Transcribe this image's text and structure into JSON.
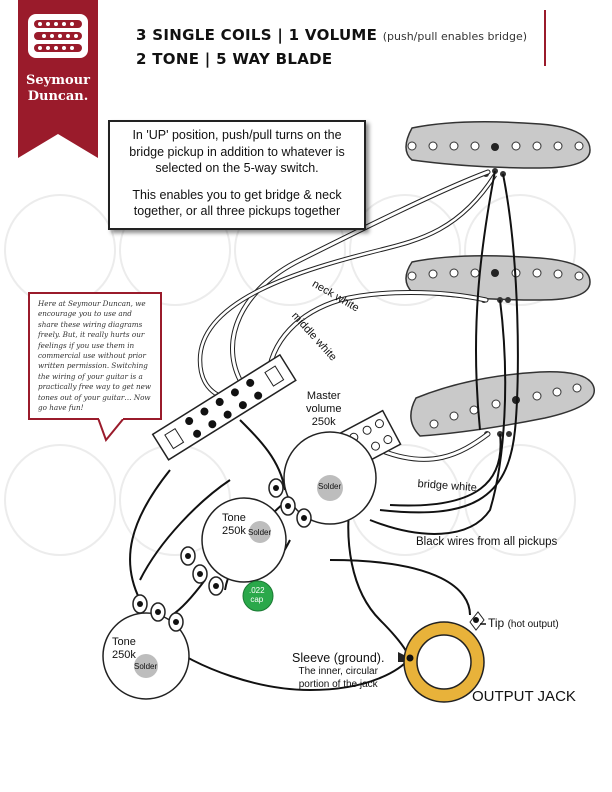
{
  "brand": {
    "name_line1": "Seymour",
    "name_line2": "Duncan."
  },
  "title": {
    "line1_main": "3 SINGLE COILS | 1 VOLUME",
    "line1_note": "(push/pull enables bridge)",
    "line2": "2 TONE | 5 WAY BLADE"
  },
  "callout": {
    "para1": "In 'UP' position, push/pull turns on the bridge pickup in addition to whatever is selected on the 5-way switch.",
    "para2": "This enables you to get bridge & neck together, or all three pickups together"
  },
  "notice": "Here at Seymour Duncan, we encourage you to use and share these wiring diagrams freely. But, it really hurts our feelings if you use them in commercial use without prior written permission. Switching the wiring of your guitar is a practically free way to get new tones out of your guitar… Now go have fun!",
  "labels": {
    "neck_white": "neck white",
    "middle_white": "middle white",
    "bridge_white": "bridge white",
    "master_volume": "Master volume 250k",
    "master_line1": "Master",
    "master_line2": "volume",
    "master_line3": "250k",
    "solder": "Solder",
    "tone1_line1": "Tone",
    "tone1_line2": "250k",
    "tone2_line1": "Tone",
    "tone2_line2": "250k",
    "cap_line1": ".022",
    "cap_line2": "cap",
    "black_wires": "Black wires from all pickups",
    "tip_main": "Tip",
    "tip_note": "(hot output)",
    "sleeve_line1": "Sleeve (ground).",
    "sleeve_line2": "The inner, circular",
    "sleeve_line3": "portion of the jack",
    "output_jack": "OUTPUT JACK"
  },
  "colors": {
    "brand_red": "#9a1b2b",
    "pickup_gray": "#c9c9c9",
    "cap_green": "#2aa84a",
    "jack_ring": "#e8b23a",
    "wire_black": "#111111"
  }
}
